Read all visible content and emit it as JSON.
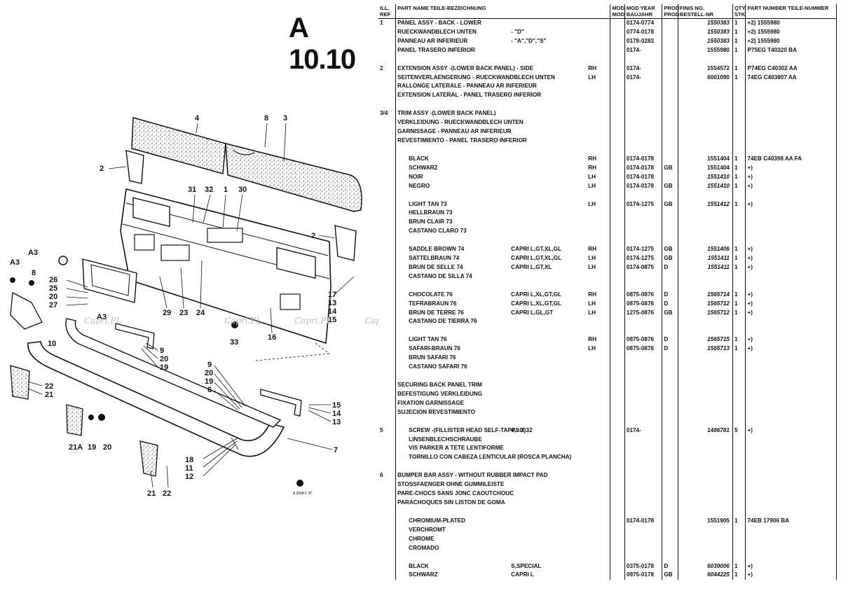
{
  "page_code": "A 10.10",
  "watermark": "Capri.PL",
  "callouts": [
    "4",
    "8",
    "3",
    "2",
    "31",
    "32",
    "1",
    "30",
    "2",
    "A3",
    "A3",
    "8",
    "26",
    "25",
    "20",
    "27",
    "29",
    "23",
    "24",
    "17",
    "13",
    "14",
    "15",
    "16",
    "33",
    "A3",
    "10",
    "9",
    "20",
    "19",
    "9",
    "20",
    "19",
    "6",
    "22",
    "21",
    "15",
    "14",
    "13",
    "21A",
    "19",
    "20",
    "7",
    "18",
    "11",
    "12",
    "21",
    "22"
  ],
  "figure_ref": "A 3934\nF 3T",
  "table": {
    "headers": {
      "ref": "ILL. REF",
      "name": "PART NAME TEILE-BEZEICHNUNG",
      "mod": "MOD MOD",
      "year": "MOD YEAR BAUJAHR",
      "prod": "PROD PROD",
      "finis": "FINIS NO. BESTELL-NR",
      "qty": "QTY STK",
      "pn": "PART NUMBER TEILE-NUMMER"
    },
    "rows": [
      {
        "ref": "1",
        "name": "PANEL ASSY - BACK - LOWER",
        "model": "",
        "side": "",
        "year": "0174-0774",
        "prod": "",
        "finis": "1550383",
        "qty": "1",
        "pn": "+2) 1555980"
      },
      {
        "ref": "",
        "name": "RUECKWANDBLECH UNTEN",
        "model": "- \"D\"",
        "side": "",
        "year": "0774-0178",
        "prod": "",
        "finis": "1550383",
        "qty": "1",
        "pn": "+2) 1555980"
      },
      {
        "ref": "",
        "name": "PANNEAU AR INFERIEUR",
        "model": "- \"A\",\"D\",\"S\"",
        "side": "",
        "year": "0178-0283",
        "prod": "",
        "finis": "1550383",
        "qty": "1",
        "pn": "+2) 1555980"
      },
      {
        "ref": "",
        "name": "PANEL TRASERO INFERIOR",
        "model": "",
        "side": "",
        "year": "0174-",
        "prod": "",
        "finis": "1555980",
        "qty": "1",
        "pn": "P75EG T40320 BA",
        "up": true
      },
      {
        "gap": true
      },
      {
        "ref": "2",
        "name": "EXTENSION ASSY -(LOWER BACK PANEL) - SIDE",
        "model": "",
        "side": "RH",
        "year": "0174-",
        "prod": "",
        "finis": "1554572",
        "qty": "1",
        "pn": "P74EG C40302 AA",
        "up": true
      },
      {
        "ref": "",
        "name": "SEITENVERLAENGERUNG - RUECKWANDBLECH UNTEN",
        "model": "",
        "side": "LH",
        "year": "0174-",
        "prod": "",
        "finis": "6001090",
        "qty": "1",
        "pn": "74EG C403807 AA",
        "up": true
      },
      {
        "ref": "",
        "name": "RALLONGE LATERALE - PANNEAU AR INFERIEUR",
        "model": "",
        "side": "",
        "year": "",
        "prod": "",
        "finis": "",
        "qty": "",
        "pn": ""
      },
      {
        "ref": "",
        "name": "EXTENSION LATERAL - PANEL TRASERO INFERIOR",
        "model": "",
        "side": "",
        "year": "",
        "prod": "",
        "finis": "",
        "qty": "",
        "pn": ""
      },
      {
        "gap": true
      },
      {
        "ref": "3/4",
        "name": "TRIM ASSY -(LOWER BACK PANEL)",
        "model": "",
        "side": "",
        "year": "",
        "prod": "",
        "finis": "",
        "qty": "",
        "pn": ""
      },
      {
        "ref": "",
        "name": "VERKLEIDUNG - RUECKWANDBLECH UNTEN",
        "model": "",
        "side": "",
        "year": "",
        "prod": "",
        "finis": "",
        "qty": "",
        "pn": ""
      },
      {
        "ref": "",
        "name": "GARNISSAGE - PANNEAU AR INFERIEUR",
        "model": "",
        "side": "",
        "year": "",
        "prod": "",
        "finis": "",
        "qty": "",
        "pn": ""
      },
      {
        "ref": "",
        "name": "REVESTIMIENTO - PANEL TRASERO INFERIOR",
        "model": "",
        "side": "",
        "year": "",
        "prod": "",
        "finis": "",
        "qty": "",
        "pn": ""
      },
      {
        "gap": true
      },
      {
        "ref": "",
        "name": "BLACK",
        "ind": true,
        "model": "",
        "side": "RH",
        "year": "0174-0178",
        "prod": "",
        "finis": "1551404",
        "qty": "1",
        "pn": "74EB C40398 AA FA",
        "up": true
      },
      {
        "ref": "",
        "name": "SCHWARZ",
        "ind": true,
        "model": "",
        "side": "RH",
        "year": "0174-0178",
        "prod": "GB",
        "finis": "1551404",
        "qty": "1",
        "pn": "+)",
        "up": true
      },
      {
        "ref": "",
        "name": "NOIR",
        "ind": true,
        "model": "",
        "side": "LH",
        "year": "0174-0178",
        "prod": "",
        "finis": "1551410",
        "qty": "1",
        "pn": "+)"
      },
      {
        "ref": "",
        "name": "NEGRO",
        "ind": true,
        "model": "",
        "side": "LH",
        "year": "0174-0178",
        "prod": "GB",
        "finis": "1551410",
        "qty": "1",
        "pn": "+)"
      },
      {
        "gap": true
      },
      {
        "ref": "",
        "name": "LIGHT TAN 73",
        "ind": true,
        "model": "",
        "side": "LH",
        "year": "0174-1275",
        "prod": "GB",
        "finis": "1551412",
        "qty": "1",
        "pn": "+)"
      },
      {
        "ref": "",
        "name": "HELLBRAUN 73",
        "ind": true,
        "model": "",
        "side": "",
        "year": "",
        "prod": "",
        "finis": "",
        "qty": "",
        "pn": ""
      },
      {
        "ref": "",
        "name": "BRUN CLAIR 73",
        "ind": true,
        "model": "",
        "side": "",
        "year": "",
        "prod": "",
        "finis": "",
        "qty": "",
        "pn": ""
      },
      {
        "ref": "",
        "name": "CASTANO CLARO 73",
        "ind": true,
        "model": "",
        "side": "",
        "year": "",
        "prod": "",
        "finis": "",
        "qty": "",
        "pn": ""
      },
      {
        "gap": true
      },
      {
        "ref": "",
        "name": "SADDLE BROWN 74",
        "ind": true,
        "model": "CAPRI L,GT,XL,GL",
        "side": "RH",
        "year": "0174-1275",
        "prod": "GB",
        "finis": "1551406",
        "qty": "1",
        "pn": "+)"
      },
      {
        "ref": "",
        "name": "SATTELBRAUN 74",
        "ind": true,
        "model": "CAPRI L,GT,XL,GL",
        "side": "LH",
        "year": "0174-1275",
        "prod": "GB",
        "finis": "1551411",
        "qty": "1",
        "pn": "+)"
      },
      {
        "ref": "",
        "name": "BRUN DE SELLE 74",
        "ind": true,
        "model": "CAPRI L,GT,XL",
        "side": "LH",
        "year": "0174-0875",
        "prod": "D",
        "finis": "1551411",
        "qty": "1",
        "pn": "+)"
      },
      {
        "ref": "",
        "name": "CASTANO DE SILLA 74",
        "ind": true,
        "model": "",
        "side": "",
        "year": "",
        "prod": "",
        "finis": "",
        "qty": "",
        "pn": ""
      },
      {
        "gap": true
      },
      {
        "ref": "",
        "name": "CHOCOLATE 76",
        "ind": true,
        "model": "CAPRI L,XL,GT,GL",
        "side": "RH",
        "year": "0875-0876",
        "prod": "D",
        "finis": "1565714",
        "qty": "1",
        "pn": "+)"
      },
      {
        "ref": "",
        "name": "TEFRABRAUN 76",
        "ind": true,
        "model": "CAPRI L,XL,GT,GL",
        "side": "LH",
        "year": "0875-0876",
        "prod": "D",
        "finis": "1565712",
        "qty": "1",
        "pn": "+)"
      },
      {
        "ref": "",
        "name": "BRUN DE TERRE 76",
        "ind": true,
        "model": "CAPRI L,GL,GT",
        "side": "LH",
        "year": "1275-0876",
        "prod": "GB",
        "finis": "1565712",
        "qty": "1",
        "pn": "+)"
      },
      {
        "ref": "",
        "name": "CASTANO DE TIERRA 76",
        "ind": true,
        "model": "",
        "side": "",
        "year": "",
        "prod": "",
        "finis": "",
        "qty": "",
        "pn": ""
      },
      {
        "gap": true
      },
      {
        "ref": "",
        "name": "LIGHT TAN 76",
        "ind": true,
        "model": "",
        "side": "RH",
        "year": "0875-0876",
        "prod": "D",
        "finis": "1565715",
        "qty": "1",
        "pn": "+)"
      },
      {
        "ref": "",
        "name": "SAFARI-BRAUN 76",
        "ind": true,
        "model": "",
        "side": "LH",
        "year": "0875-0876",
        "prod": "D",
        "finis": "1565713",
        "qty": "1",
        "pn": "+)"
      },
      {
        "ref": "",
        "name": "BRUN SAFARI 76",
        "ind": true,
        "model": "",
        "side": "",
        "year": "",
        "prod": "",
        "finis": "",
        "qty": "",
        "pn": ""
      },
      {
        "ref": "",
        "name": "CASTANO SAFARI 76",
        "ind": true,
        "model": "",
        "side": "",
        "year": "",
        "prod": "",
        "finis": "",
        "qty": "",
        "pn": ""
      },
      {
        "gap": true
      },
      {
        "ref": "",
        "name": "SECURING BACK PANEL TRIM",
        "model": "",
        "side": "",
        "year": "",
        "prod": "",
        "finis": "",
        "qty": "",
        "pn": ""
      },
      {
        "ref": "",
        "name": "BEFESTIGUNG VERKLEIDUNG",
        "model": "",
        "side": "",
        "year": "",
        "prod": "",
        "finis": "",
        "qty": "",
        "pn": ""
      },
      {
        "ref": "",
        "name": "FIXATION GARNISSAGE",
        "model": "",
        "side": "",
        "year": "",
        "prod": "",
        "finis": "",
        "qty": "",
        "pn": ""
      },
      {
        "ref": "",
        "name": "SUJECION REVESTIMIENTO",
        "model": "",
        "side": "",
        "year": "",
        "prod": "",
        "finis": "",
        "qty": "",
        "pn": ""
      },
      {
        "gap": true
      },
      {
        "ref": "5",
        "name": "SCREW -(FILLISTER HEAD SELF-TAPP...G)",
        "ind": true,
        "model": "4,8 X 32",
        "side": "",
        "year": "0174-",
        "prod": "",
        "finis": "1486781",
        "qty": "5",
        "pn": "+)"
      },
      {
        "ref": "",
        "name": "LINSENBLECHSCHRAUBE",
        "ind": true,
        "model": "",
        "side": "",
        "year": "",
        "prod": "",
        "finis": "",
        "qty": "",
        "pn": ""
      },
      {
        "ref": "",
        "name": "VIS PARKER A TETE LENTIFORME",
        "ind": true,
        "model": "",
        "side": "",
        "year": "",
        "prod": "",
        "finis": "",
        "qty": "",
        "pn": ""
      },
      {
        "ref": "",
        "name": "TORNILLO CON CABEZA LENTICULAR (ROSCA PLANCHA)",
        "ind": true,
        "model": "",
        "side": "",
        "year": "",
        "prod": "",
        "finis": "",
        "qty": "",
        "pn": ""
      },
      {
        "gap": true
      },
      {
        "ref": "6",
        "name": "BUMPER BAR ASSY - WITHOUT RUBBER IMPACT PAD",
        "model": "",
        "side": "",
        "year": "",
        "prod": "",
        "finis": "",
        "qty": "",
        "pn": ""
      },
      {
        "ref": "",
        "name": "STOSSFAENGER OHNE GUMMILEISTE",
        "model": "",
        "side": "",
        "year": "",
        "prod": "",
        "finis": "",
        "qty": "",
        "pn": ""
      },
      {
        "ref": "",
        "name": "PARE-CHOCS SANS JONC CAOUTCHOUC",
        "model": "",
        "side": "",
        "year": "",
        "prod": "",
        "finis": "",
        "qty": "",
        "pn": ""
      },
      {
        "ref": "",
        "name": "PARACHOQUES SIN LISTON DE GOMA",
        "model": "",
        "side": "",
        "year": "",
        "prod": "",
        "finis": "",
        "qty": "",
        "pn": ""
      },
      {
        "gap": true
      },
      {
        "ref": "",
        "name": "CHROMIUM-PLATED",
        "ind": true,
        "model": "",
        "side": "",
        "year": "0174-0178",
        "prod": "",
        "finis": "1551905",
        "qty": "1",
        "pn": "74EB 17906 BA",
        "up": true
      },
      {
        "ref": "",
        "name": "VERCHROMT",
        "ind": true,
        "model": "",
        "side": "",
        "year": "",
        "prod": "",
        "finis": "",
        "qty": "",
        "pn": ""
      },
      {
        "ref": "",
        "name": "CHROME",
        "ind": true,
        "model": "",
        "side": "",
        "year": "",
        "prod": "",
        "finis": "",
        "qty": "",
        "pn": ""
      },
      {
        "ref": "",
        "name": "CROMADO",
        "ind": true,
        "model": "",
        "side": "",
        "year": "",
        "prod": "",
        "finis": "",
        "qty": "",
        "pn": ""
      },
      {
        "gap": true
      },
      {
        "ref": "",
        "name": "BLACK",
        "ind": true,
        "model": "S,SPECIAL",
        "side": "",
        "year": "0375-0178",
        "prod": "D",
        "finis": "6039006",
        "qty": "1",
        "pn": "+)"
      },
      {
        "ref": "",
        "name": "SCHWARZ",
        "ind": true,
        "model": "CAPRI L",
        "side": "",
        "year": "0975-0178",
        "prod": "GB",
        "finis": "6044225",
        "qty": "1",
        "pn": "+)"
      }
    ]
  }
}
